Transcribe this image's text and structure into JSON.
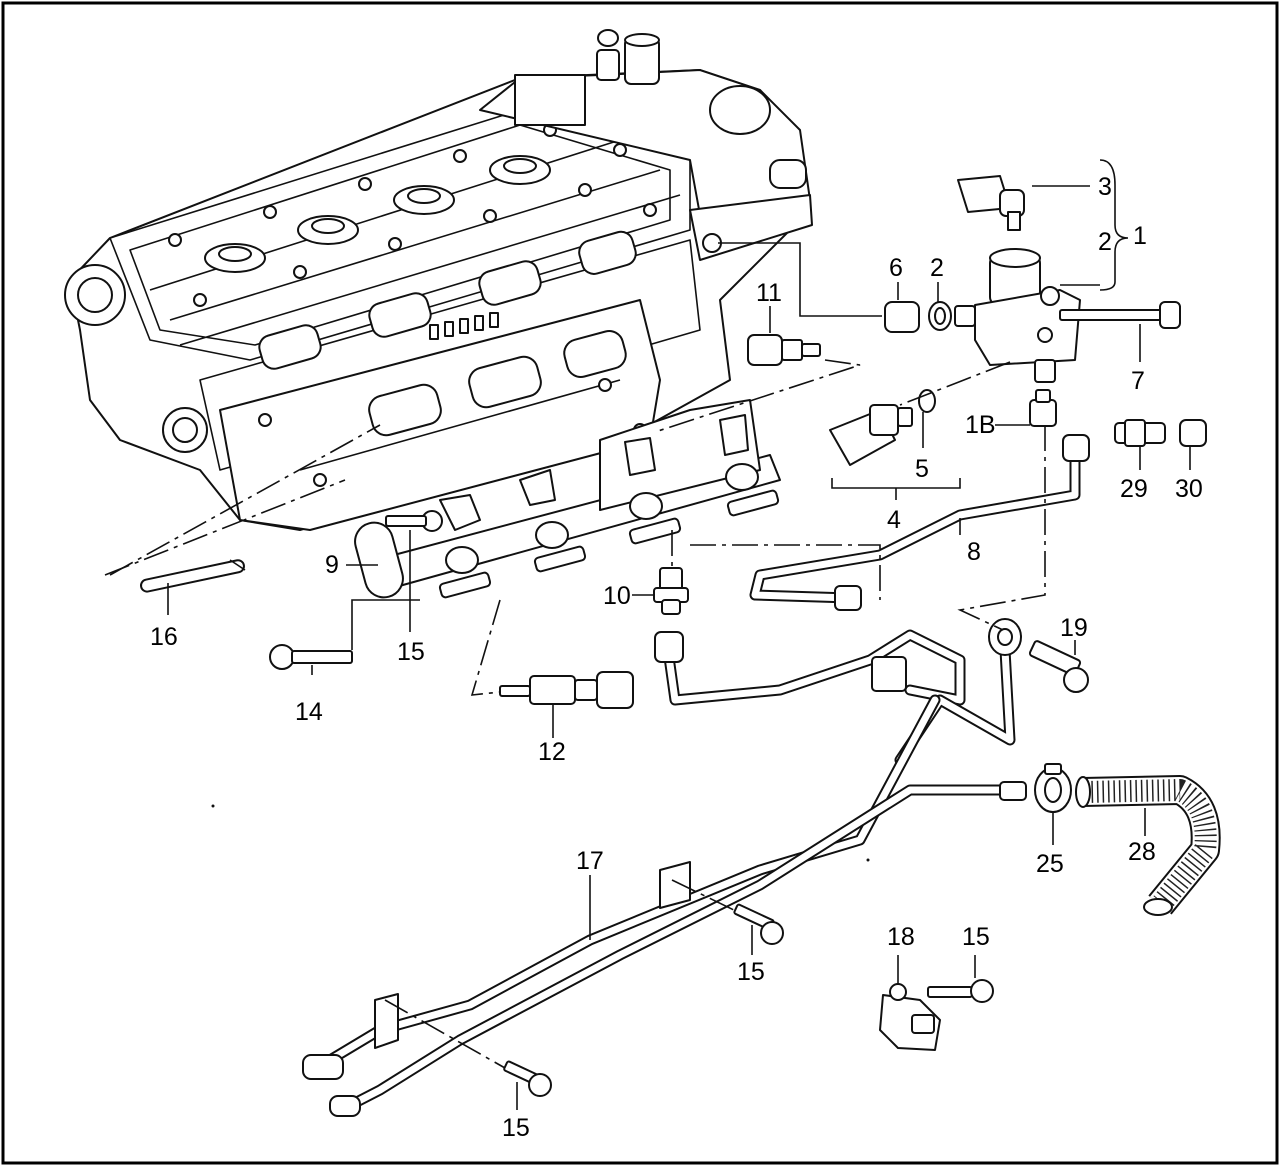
{
  "diagram": {
    "callouts": {
      "c1": "1",
      "c2a": "2",
      "c2b": "2",
      "c3": "3",
      "c1b": "1B",
      "c4": "4",
      "c5": "5",
      "c6": "6",
      "c7": "7",
      "c8": "8",
      "c9": "9",
      "c10": "10",
      "c11": "11",
      "c12": "12",
      "c14": "14",
      "c15a": "15",
      "c15b": "15",
      "c15c": "15",
      "c15d": "15",
      "c16": "16",
      "c17": "17",
      "c18": "18",
      "c19": "19",
      "c25": "25",
      "c28": "28",
      "c29": "29",
      "c30": "30"
    }
  }
}
